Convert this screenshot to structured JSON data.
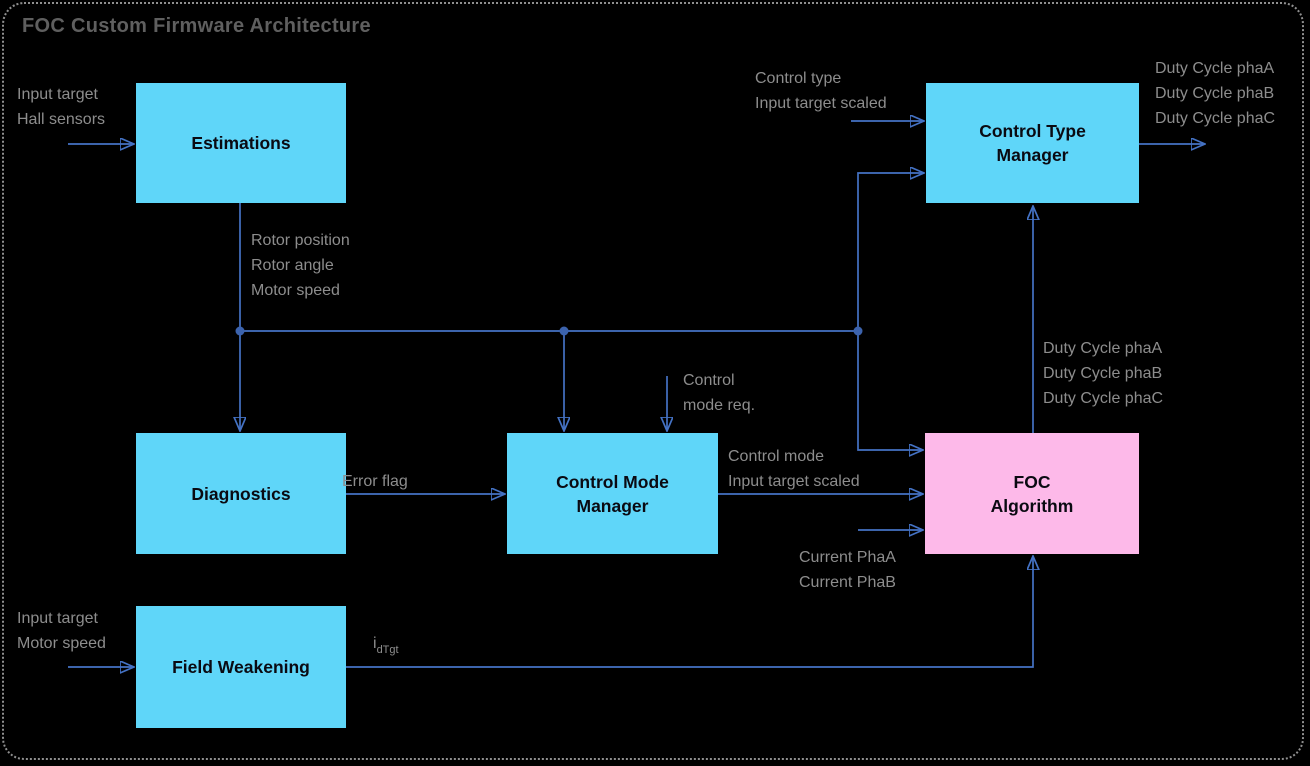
{
  "diagram": {
    "title": "FOC Custom Firmware Architecture"
  },
  "colors": {
    "background": "#000000",
    "node_cyan": "#5fd6f9",
    "node_pink": "#fdb9e9",
    "connector_blue": "#4472c4",
    "arrowhead_blue": "#3c63ad",
    "label_gray": "#8d8d8d",
    "title_gray": "#5f5f5f",
    "border_dotted_gray": "#8f8f8f"
  },
  "nodes": {
    "estimations": {
      "label": "Estimations"
    },
    "control_type_manager": {
      "label": "Control Type\nManager"
    },
    "diagnostics": {
      "label": "Diagnostics"
    },
    "control_mode_manager": {
      "label": "Control Mode\nManager"
    },
    "foc_algorithm": {
      "label": "FOC\nAlgorithm"
    },
    "field_weakening": {
      "label": "Field Weakening"
    }
  },
  "labels": {
    "estimations_inputs": "Input target\nHall sensors",
    "estimations_outputs": "Rotor position\nRotor angle\nMotor speed",
    "ctm_inputs": "Control type\nInput target scaled",
    "ctm_outputs": "Duty Cycle phaA\nDuty Cycle phaB\nDuty Cycle phaC",
    "control_mode_req": "Control\nmode req.",
    "error_flag": "Error flag",
    "cmm_outputs": "Control mode\nInput target scaled",
    "foc_outputs": "Duty Cycle phaA\nDuty Cycle phaB\nDuty Cycle phaC",
    "foc_current_inputs": "Current PhaA\nCurrent PhaB",
    "fw_inputs": "Input target\nMotor speed",
    "idtgt": {
      "base": "i",
      "sub": "dTgt"
    }
  }
}
